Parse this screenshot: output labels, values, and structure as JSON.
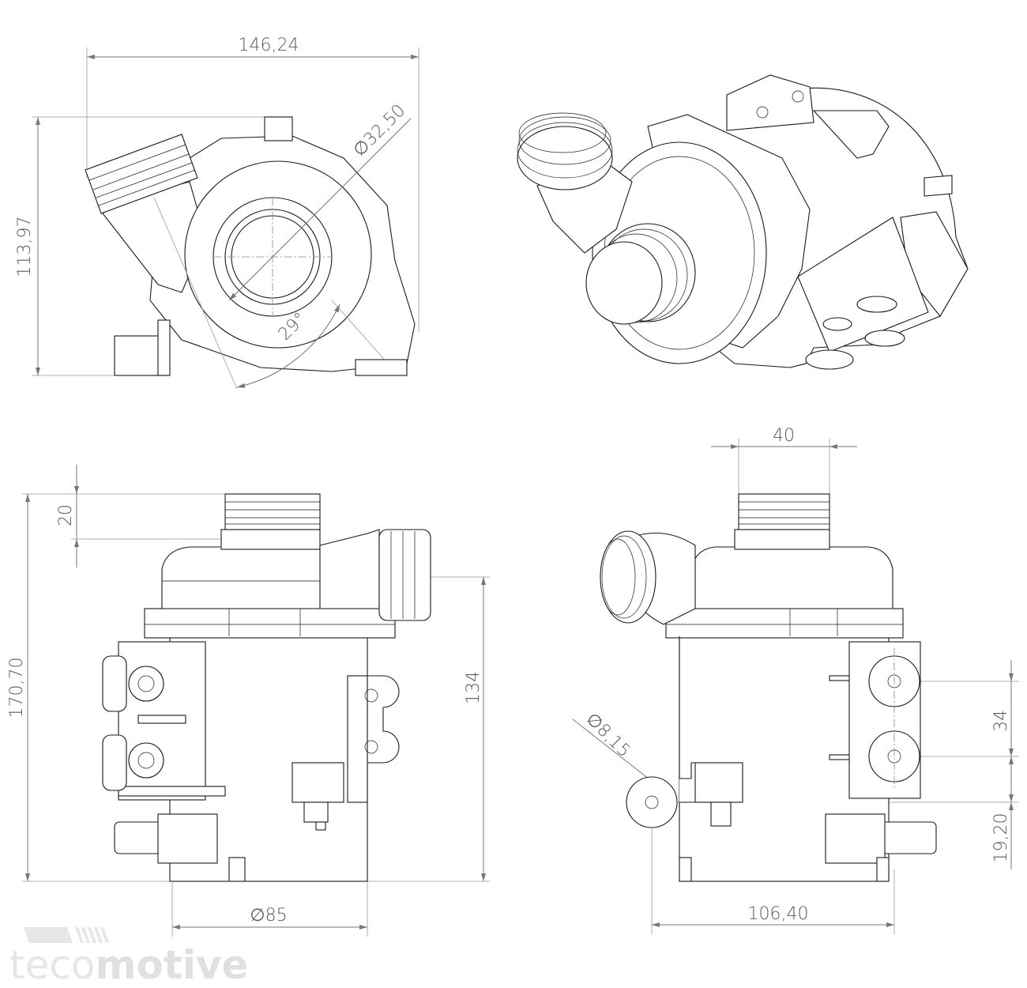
{
  "dimensions": {
    "front_width": "146,24",
    "front_height": "113,97",
    "port_diameter": "∅32,50",
    "port_angle": "29°",
    "side_port_height": "20",
    "side_total_height": "170,70",
    "side_body_height": "134",
    "body_diameter": "∅85",
    "port_offset": "40",
    "mount_hole_diameter": "∅8,15",
    "mount_spacing": "34",
    "mount_offset": "19,20",
    "overall_width": "106,40"
  },
  "logo": {
    "light": "teco",
    "bold": "motive"
  }
}
